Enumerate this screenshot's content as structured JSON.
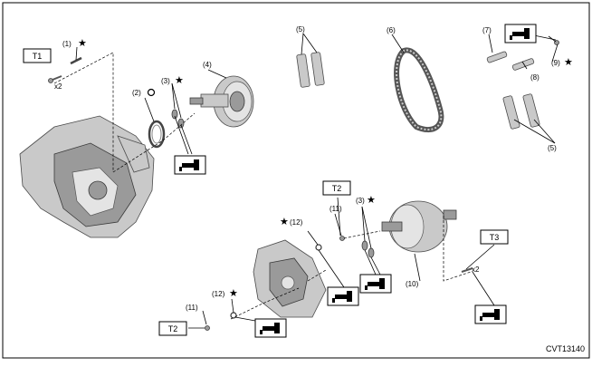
{
  "diagram": {
    "code": "CVT13140",
    "torque_labels": {
      "t1": "T1",
      "t2_upper": "T2",
      "t2_lower": "T2",
      "t3": "T3"
    },
    "callouts": {
      "c1": "(1)",
      "c2": "(2)",
      "c3a": "(3)",
      "c3b": "(3)",
      "c4": "(4)",
      "c5a": "(5)",
      "c5b": "(5)",
      "c6": "(6)",
      "c7": "(7)",
      "c8": "(8)",
      "c9": "(9)",
      "c10": "(10)",
      "c11a": "(11)",
      "c11b": "(11)",
      "c12a": "(12)",
      "c12b": "(12)"
    },
    "qty": {
      "t1": "x2",
      "t3": "x2"
    },
    "star": "★"
  }
}
